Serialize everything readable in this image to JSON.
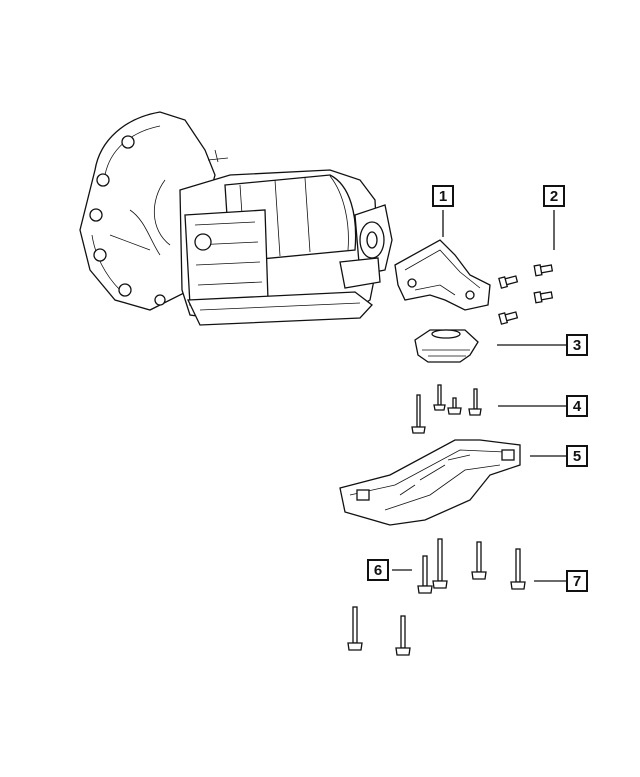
{
  "diagram": {
    "callouts": [
      {
        "id": "1",
        "label": "1"
      },
      {
        "id": "2",
        "label": "2"
      },
      {
        "id": "3",
        "label": "3"
      },
      {
        "id": "4",
        "label": "4"
      },
      {
        "id": "5",
        "label": "5"
      },
      {
        "id": "6",
        "label": "6"
      },
      {
        "id": "7",
        "label": "7"
      }
    ],
    "parts": [
      "transmission",
      "bracket",
      "bolts",
      "mount",
      "crossmember"
    ]
  }
}
